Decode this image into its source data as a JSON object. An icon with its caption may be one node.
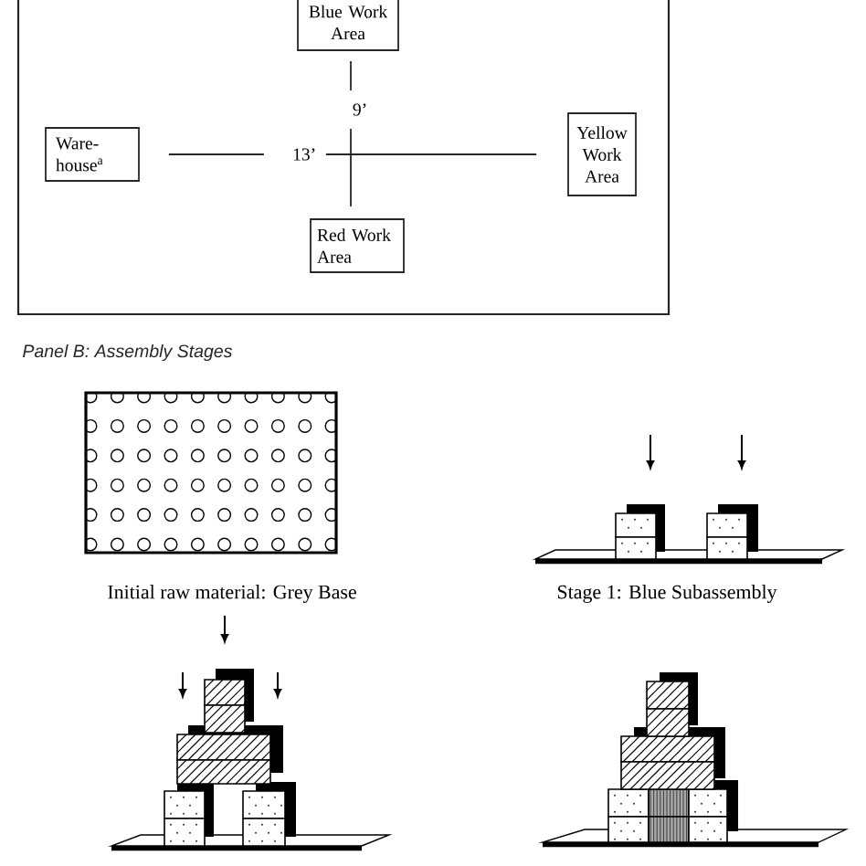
{
  "diagram": {
    "nodes": [
      {
        "text": [
          "Blue Work Area"
        ]
      },
      {
        "text": [
          "Ware- house$^{a}$"
        ]
      },
      {
        "text": [
          "Yellow Work Area"
        ]
      },
      {
        "text": [
          "Red Work Area"
        ]
      }
    ],
    "edges": [
      {
        "from": 0,
        "to": 3,
        "arrow": "none",
        "label": "9’"
      },
      {
        "from": 1,
        "to": 2,
        "arrow": "none",
        "label": "13’"
      }
    ],
    "labels": [
      "Panel B: Assembly Stages",
      "Initial raw material: Grey Base",
      "Stage 1: Blue Subassembly"
    ]
  }
}
